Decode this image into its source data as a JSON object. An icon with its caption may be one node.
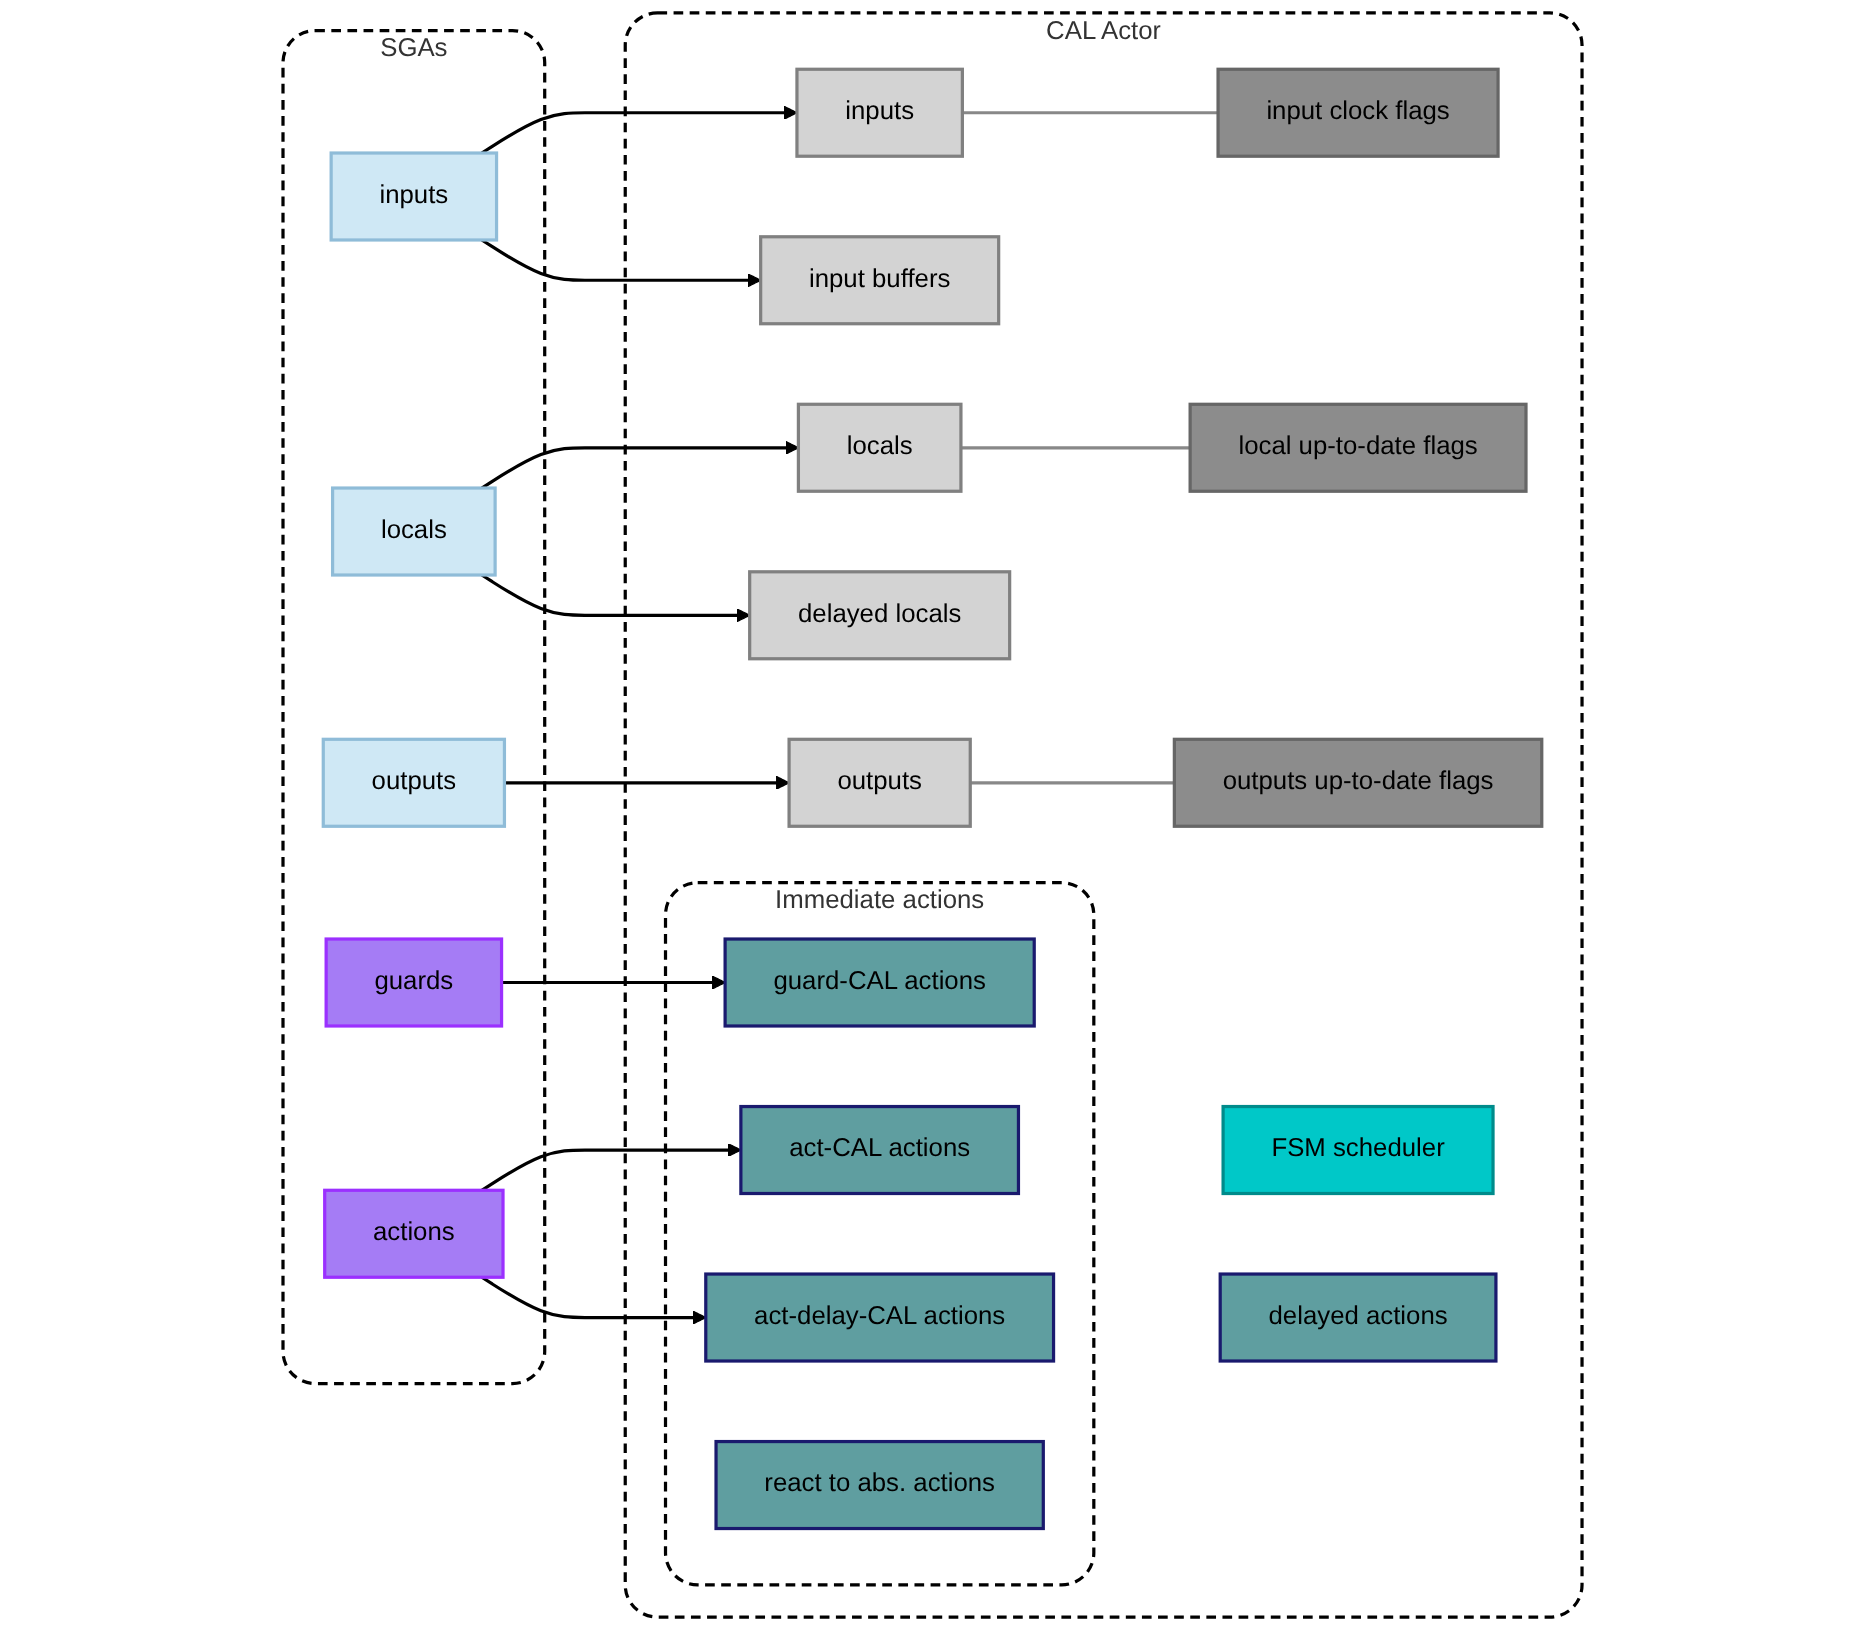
{
  "diagram": {
    "nodes": [
      {
        "text": [
          "SGAs"
        ]
      },
      {
        "text": [
          "inputs"
        ],
        "in": 0
      },
      {
        "text": [
          "locals"
        ],
        "in": 0
      },
      {
        "text": [
          "outputs"
        ],
        "in": 0
      },
      {
        "text": [
          "guards"
        ],
        "in": 0
      },
      {
        "text": [
          "actions"
        ],
        "in": 0
      },
      {
        "text": [
          "CAL Actor"
        ]
      },
      {
        "text": [
          "inputs"
        ],
        "in": 6
      },
      {
        "text": [
          "input clock flags"
        ],
        "in": 6
      },
      {
        "text": [
          "input buffers"
        ],
        "in": 6
      },
      {
        "text": [
          "locals"
        ],
        "in": 6
      },
      {
        "text": [
          "local up-to-date flags"
        ],
        "in": 6
      },
      {
        "text": [
          "delayed locals"
        ],
        "in": 6
      },
      {
        "text": [
          "outputs"
        ],
        "in": 6
      },
      {
        "text": [
          "outputs up-to-date flags"
        ],
        "in": 6
      },
      {
        "text": [
          "Immediate actions"
        ],
        "in": 6
      },
      {
        "text": [
          "guard-CAL actions"
        ],
        "in": 15
      },
      {
        "text": [
          "act-CAL actions"
        ],
        "in": 15
      },
      {
        "text": [
          "act-delay-CAL actions"
        ],
        "in": 15
      },
      {
        "text": [
          "react to abs. actions"
        ],
        "in": 15
      },
      {
        "text": [
          "FSM scheduler"
        ],
        "in": 6
      },
      {
        "text": [
          "delayed actions"
        ],
        "in": 6
      }
    ],
    "edges": [
      {
        "from": 1,
        "to": 7,
        "arrow": "to"
      },
      {
        "from": 1,
        "to": 9,
        "arrow": "to"
      },
      {
        "from": 7,
        "to": 8,
        "arrow": "none",
        "color": "#888888"
      },
      {
        "from": 2,
        "to": 10,
        "arrow": "to"
      },
      {
        "from": 2,
        "to": 12,
        "arrow": "to"
      },
      {
        "from": 10,
        "to": 11,
        "arrow": "none",
        "color": "#888888"
      },
      {
        "from": 3,
        "to": 13,
        "arrow": "to"
      },
      {
        "from": 13,
        "to": 14,
        "arrow": "none",
        "color": "#888888"
      },
      {
        "from": 4,
        "to": 16,
        "arrow": "to"
      },
      {
        "from": 5,
        "to": 17,
        "arrow": "to"
      },
      {
        "from": 5,
        "to": 18,
        "arrow": "to"
      }
    ]
  }
}
